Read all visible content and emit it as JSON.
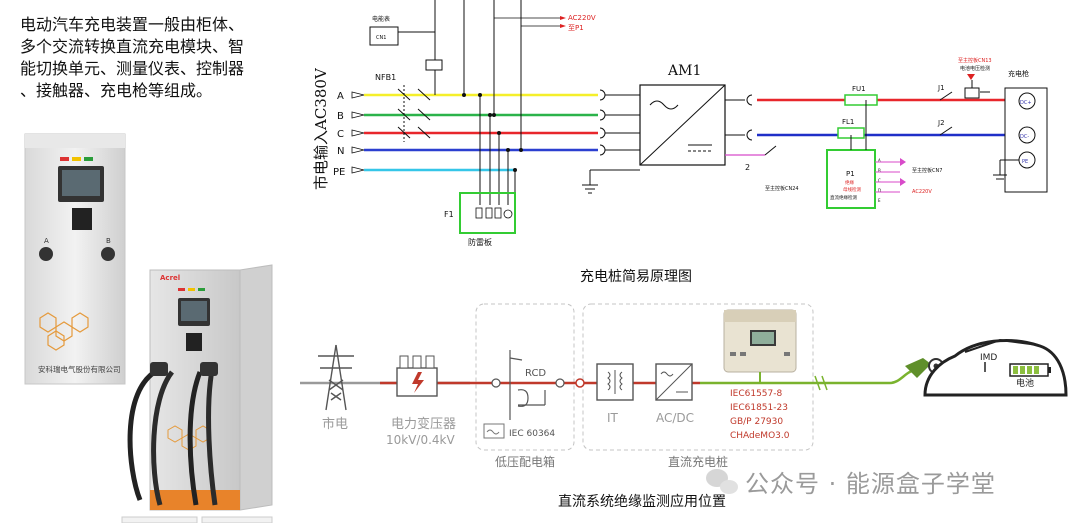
{
  "intro_lines": [
    "电动汽车充电装置一般由柜体、",
    "多个交流转换直流充电模块、智",
    "能切换单元、测量仪表、控制器",
    "、接触器、充电枪等组成。"
  ],
  "cabinet": {
    "company_label": "安科瑞电气股份有限公司",
    "brand": "Acrel",
    "btn_a": "A",
    "btn_b": "B"
  },
  "schematic": {
    "caption": "充电桩简易原理图",
    "input_label": "市电输入AC380V",
    "phases": [
      "A",
      "B",
      "C",
      "N",
      "PE"
    ],
    "nfb1": "NFB1",
    "f1": "F1",
    "surge_label": "防雷板",
    "meter_label": "电能表",
    "meter_sub": "CN1",
    "ac220": "AC220V",
    "to_p1": "至P1",
    "am1": "AM1",
    "fu1": "FU1",
    "fl1": "FL1",
    "j1": "J1",
    "j2": "J2",
    "num2": "2",
    "to_cn24": "至主控板CN24",
    "p1": "P1",
    "p1_sub1": "绝缘",
    "p1_sub2": "母线检测",
    "p1_sub3": "直流绝缘检测",
    "to_cn7": "至主控板CN7",
    "p1_ac220": "AC220V",
    "top_right_1": "至主控板CN13",
    "top_right_2": "电池电压检测",
    "gun_label": "充电枪",
    "gun_terminals": [
      "DC+",
      "DC-",
      "PE"
    ],
    "pin_labels": [
      "A",
      "B",
      "C",
      "D",
      "E"
    ]
  },
  "flow": {
    "caption": "直流系统绝缘监测应用位置",
    "grid": "市电",
    "transformer": "电力变压器",
    "transformer_spec": "10kV/0.4kV",
    "rcd": "RCD",
    "iec": "IEC 60364",
    "box1_label": "低压配电箱",
    "it": "IT",
    "acdc": "AC/DC",
    "box2_label": "直流充电桩",
    "standards": [
      "IEC61557-8",
      "IEC61851-23",
      "GB/P 27930",
      "CHAdeMO3.0"
    ],
    "imd": "IMD",
    "battery": "电池"
  },
  "watermark": "公众号 · 能源盒子学堂",
  "colors": {
    "phase_a": "#f5ef2a",
    "phase_b": "#2bb34a",
    "phase_c": "#e8262b",
    "neutral": "#2b3fd0",
    "pe": "#35c6e8",
    "dc_neg": "#1f2fc8",
    "flow_gray": "#9a9a9a",
    "flow_red": "#c0392b",
    "flow_green": "#7ab32e"
  }
}
